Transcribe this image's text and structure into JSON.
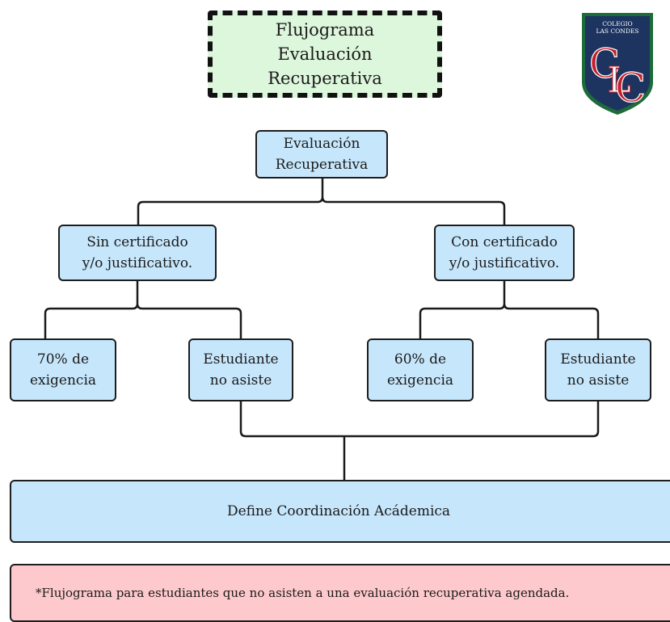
{
  "title": "Flujograma\nEvaluación\nRecuperativa",
  "logo": {
    "top_text": "COLEGIO",
    "bottom_text": "LAS CONDES",
    "monogram": "CLC",
    "colors": {
      "shield": "#1d3461",
      "border": "#1e6b3a",
      "letter": "#c41e2a"
    }
  },
  "nodes": {
    "root": "Evaluación\nRecuperativa",
    "left_branch": "Sin certificado\ny/o justificativo.",
    "right_branch": "Con certificado\ny/o justificativo.",
    "left_a": "70% de\nexigencia",
    "left_b": "Estudiante\nno asiste",
    "right_a": "60% de\nexigencia",
    "right_b": "Estudiante\nno asiste",
    "final": "Define Coordinación Acádemica"
  },
  "note": "*Flujograma para estudiantes que no asisten a una evaluación recuperativa agendada.",
  "colors": {
    "node_fill": "#c6e6fb",
    "title_fill": "#dcf7dc",
    "note_fill": "#fdc9cc"
  }
}
